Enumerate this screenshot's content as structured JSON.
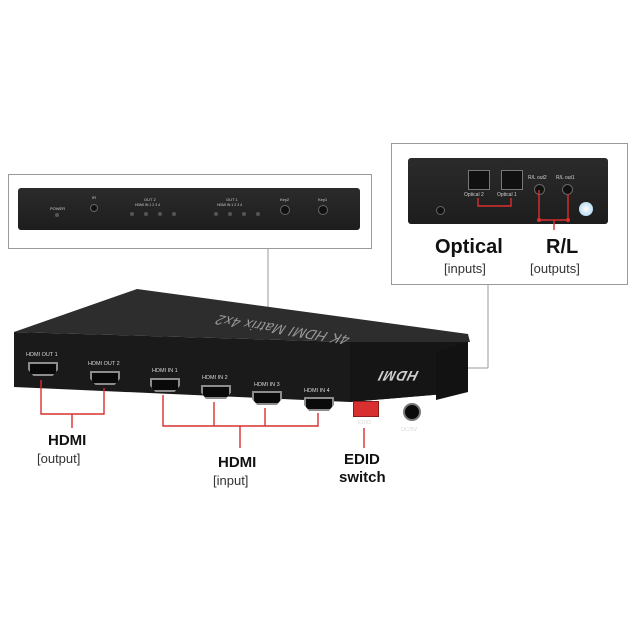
{
  "front_panel": {
    "power": "POWER",
    "ir": "IR",
    "out2": "OUT 2",
    "out2_sub": "HDMI IN 1 2 3 4",
    "out1": "OUT 1",
    "out1_sub": "HDMI IN 1 2 3 4",
    "key2": "Key2",
    "key1": "Key1"
  },
  "rear_inset": {
    "optical2": "Optical 2",
    "optical1": "Optical 1",
    "rl_out2": "R/L out2",
    "rl_out1": "R/L out1"
  },
  "device": {
    "top_text": "4K HDMI Matrix 4x2",
    "logo": "HDMI",
    "ports": {
      "hdmi_out_1": "HDMI OUT 1",
      "hdmi_out_2": "HDMI OUT 2",
      "hdmi_in_1": "HDMI IN 1",
      "hdmi_in_2": "HDMI IN 2",
      "hdmi_in_3": "HDMI IN 3",
      "hdmi_in_4": "HDMI IN 4",
      "edid": "EDID",
      "dc": "DC/5V"
    }
  },
  "callouts": {
    "optical_bold": "Optical",
    "optical_light": "[inputs]",
    "rl_bold": "R/L",
    "rl_light": "[outputs]",
    "hdmi_out_bold": "HDMI",
    "hdmi_out_light": "[output]",
    "hdmi_in_bold": "HDMI",
    "hdmi_in_light": "[input]",
    "edid_bold_1": "EDID",
    "edid_bold_2": "switch"
  },
  "colors": {
    "callout_line": "#d8302f",
    "connector_line": "#9a9a9a",
    "device_body": "#222222"
  }
}
